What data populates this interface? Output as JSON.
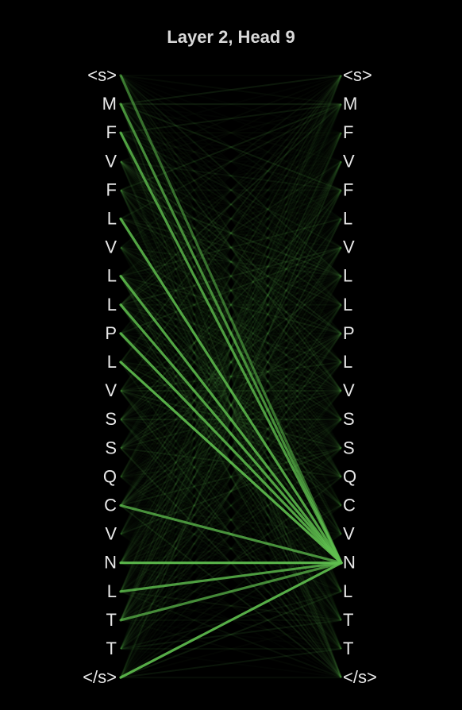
{
  "title": "Layer 2, Head 9",
  "colors": {
    "background": "#000000",
    "edge": "#5fbf4f",
    "text": "#e8e8e8",
    "title": "#d9d9d9"
  },
  "chart_data": {
    "type": "attention",
    "layer": 2,
    "head": 9,
    "left_tokens": [
      "<s>",
      "M",
      "F",
      "V",
      "F",
      "L",
      "V",
      "L",
      "L",
      "P",
      "L",
      "V",
      "S",
      "S",
      "Q",
      "C",
      "V",
      "N",
      "L",
      "T",
      "T",
      "</s>"
    ],
    "right_tokens": [
      "<s>",
      "M",
      "F",
      "V",
      "F",
      "L",
      "V",
      "L",
      "L",
      "P",
      "L",
      "V",
      "S",
      "S",
      "Q",
      "C",
      "V",
      "N",
      "L",
      "T",
      "T",
      "</s>"
    ],
    "highlighted_target": 17,
    "highlighted_target_label": "N",
    "strong_edges": [
      {
        "from": 0,
        "to": 17,
        "weight": 0.55
      },
      {
        "from": 1,
        "to": 17,
        "weight": 0.7
      },
      {
        "from": 2,
        "to": 17,
        "weight": 0.8
      },
      {
        "from": 5,
        "to": 17,
        "weight": 0.85
      },
      {
        "from": 7,
        "to": 17,
        "weight": 0.85
      },
      {
        "from": 8,
        "to": 17,
        "weight": 0.85
      },
      {
        "from": 9,
        "to": 17,
        "weight": 0.85
      },
      {
        "from": 10,
        "to": 17,
        "weight": 0.9
      },
      {
        "from": 15,
        "to": 17,
        "weight": 0.75
      },
      {
        "from": 17,
        "to": 17,
        "weight": 0.95
      },
      {
        "from": 18,
        "to": 17,
        "weight": 0.8
      },
      {
        "from": 19,
        "to": 17,
        "weight": 0.7
      },
      {
        "from": 21,
        "to": 17,
        "weight": 0.9
      }
    ],
    "faint_weight_range": [
      0.02,
      0.14
    ]
  }
}
